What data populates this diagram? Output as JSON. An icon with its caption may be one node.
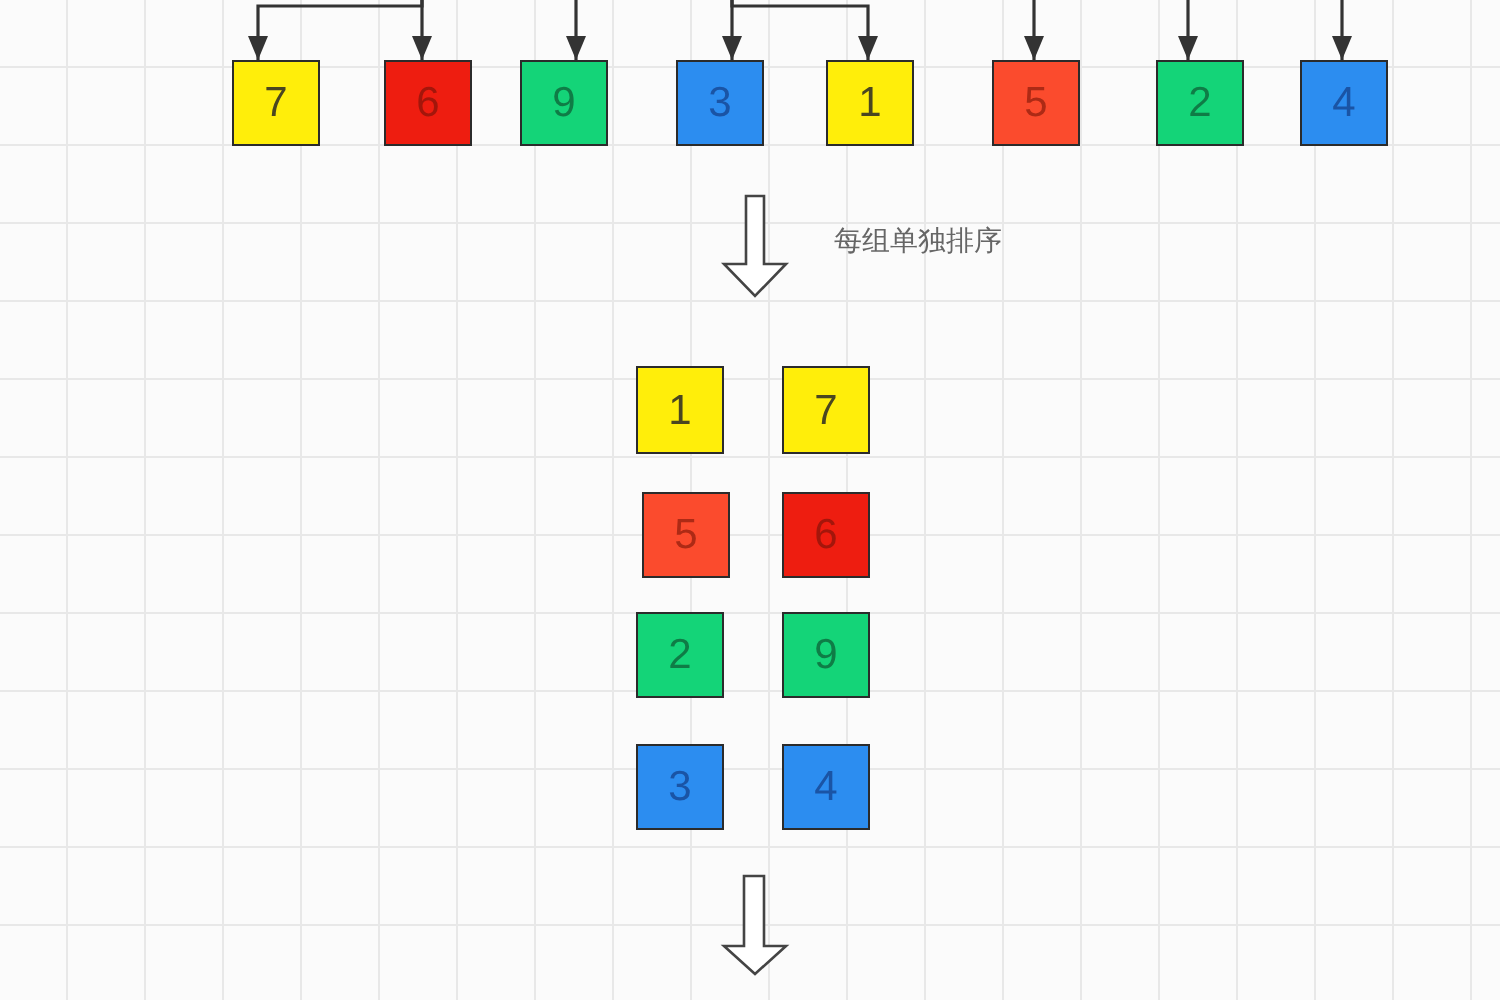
{
  "diagram": {
    "nodes": [
      {
        "text": [
          "7"
        ]
      },
      {
        "text": [
          "6"
        ]
      },
      {
        "text": [
          "9"
        ]
      },
      {
        "text": [
          "3"
        ]
      },
      {
        "text": [
          "1"
        ]
      },
      {
        "text": [
          "5"
        ]
      },
      {
        "text": [
          "2"
        ]
      },
      {
        "text": [
          "4"
        ]
      },
      {
        "text": [
          "1"
        ]
      },
      {
        "text": [
          "7"
        ]
      },
      {
        "text": [
          "5"
        ]
      },
      {
        "text": [
          "6"
        ]
      },
      {
        "text": [
          "2"
        ]
      },
      {
        "text": [
          "9"
        ]
      },
      {
        "text": [
          "3"
        ]
      },
      {
        "text": [
          "4"
        ]
      }
    ],
    "edges": [
      {
        "from": null,
        "to": 0,
        "arrow": "to"
      },
      {
        "from": null,
        "to": 1,
        "arrow": "to"
      },
      {
        "from": null,
        "to": 2,
        "arrow": "to"
      },
      {
        "from": null,
        "to": 3,
        "arrow": "to"
      },
      {
        "from": null,
        "to": 4,
        "arrow": "to"
      },
      {
        "from": null,
        "to": 5,
        "arrow": "to"
      },
      {
        "from": null,
        "to": 6,
        "arrow": "to"
      },
      {
        "from": null,
        "to": 7,
        "arrow": "to"
      }
    ],
    "labels": [
      "每组单独排序"
    ]
  }
}
